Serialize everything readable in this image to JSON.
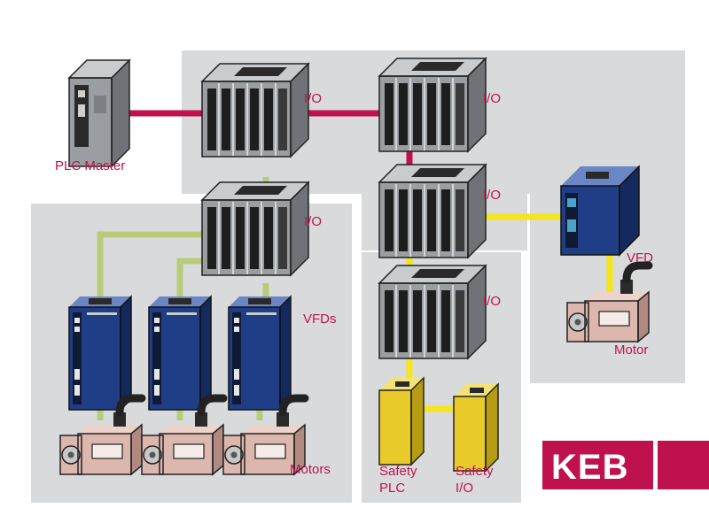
{
  "labels": {
    "plc_master": "PLC Master",
    "io": "I/O",
    "vfds": "VFDs",
    "vfd": "VFD",
    "motor": "Motor",
    "motors": "Motors",
    "safety_plc_1": "Safety",
    "safety_plc_2": "PLC",
    "safety_io_1": "Safety",
    "safety_io_2": "I/O"
  },
  "logo": {
    "text": "KEB"
  },
  "colors": {
    "zone_grey": "#d9dadb",
    "ethercat_magenta": "#c0114f",
    "safety_yellow": "#f5e51c",
    "io_green": "#b7cc78",
    "label_text": "#c0114f",
    "vfd_blue": "#1f3e86",
    "safety_device_yellow": "#e8cb2a"
  }
}
